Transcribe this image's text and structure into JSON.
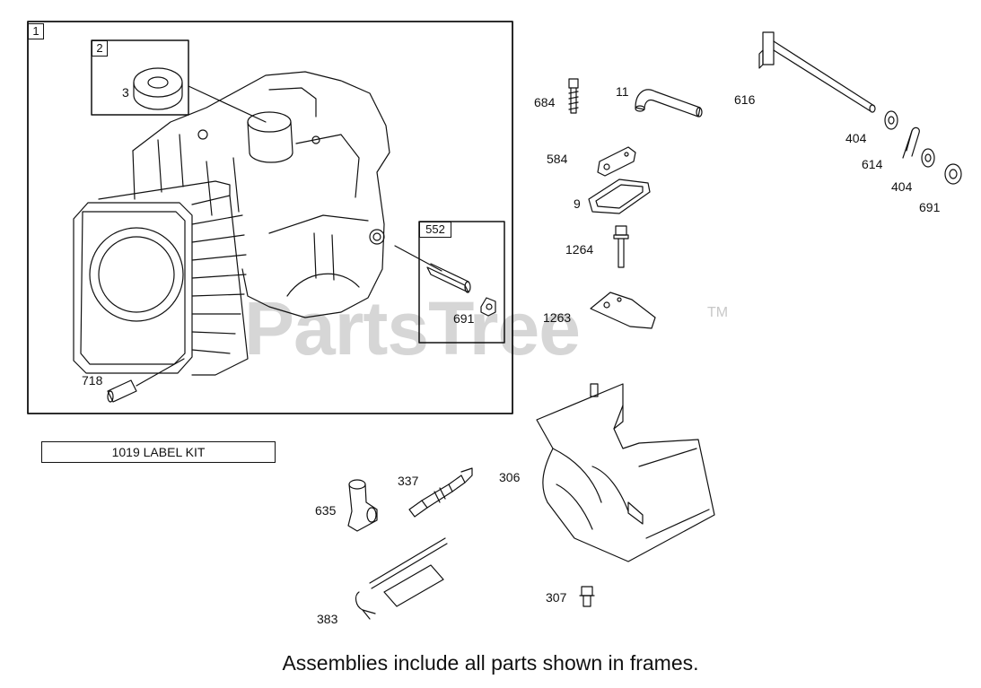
{
  "frames": {
    "main": "1",
    "bearing": "2",
    "dowel": "552"
  },
  "parts": {
    "p3": "3",
    "p718": "718",
    "p691a": "691",
    "p684": "684",
    "p11": "11",
    "p616": "616",
    "p404a": "404",
    "p614": "614",
    "p404b": "404",
    "p691b": "691",
    "p584": "584",
    "p9": "9",
    "p1264": "1264",
    "p1263": "1263",
    "p306": "306",
    "p337": "337",
    "p635": "635",
    "p383": "383",
    "p307": "307"
  },
  "label_kit": "1019 LABEL KIT",
  "watermark": {
    "text": "PartsTree",
    "tm": "TM"
  },
  "footer": "Assemblies include all parts shown in frames."
}
